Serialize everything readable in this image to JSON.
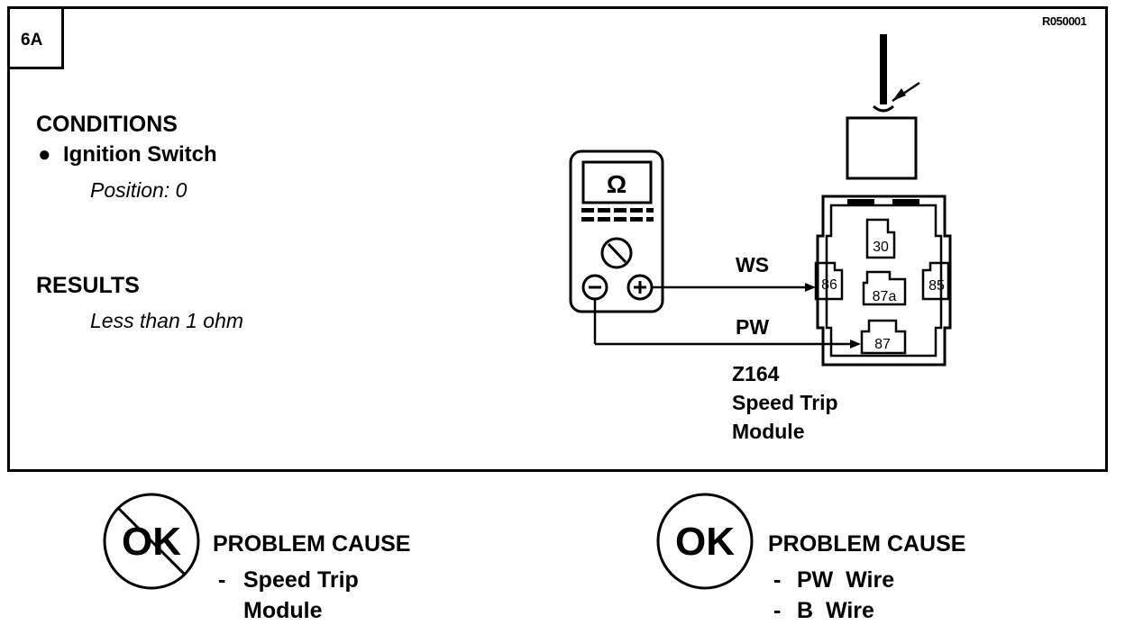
{
  "step_label": "6A",
  "reference": "R050001",
  "conditions": {
    "heading": "CONDITIONS",
    "bullet": "●",
    "item": "Ignition Switch",
    "detail": "Position: 0"
  },
  "results": {
    "heading": "RESULTS",
    "value": "Less than 1 ohm"
  },
  "meter": {
    "symbol": "Ω",
    "minus": "⊖",
    "plus": "⊕"
  },
  "wires": {
    "ws": "WS",
    "pw": "PW"
  },
  "relay_pins": {
    "p30": "30",
    "p86": "86",
    "p87a": "87a",
    "p85": "85",
    "p87": "87"
  },
  "module": {
    "line1": "Z164",
    "line2": "Speed Trip",
    "line3": "Module"
  },
  "not_ok": {
    "badge": "OK",
    "heading": "PROBLEM CAUSE",
    "dash": "-",
    "item_line1": "Speed Trip",
    "item_line2": "Module"
  },
  "ok": {
    "badge": "OK",
    "heading": "PROBLEM CAUSE",
    "dash": "-",
    "item1": "PW  Wire",
    "item2": "B  Wire"
  }
}
